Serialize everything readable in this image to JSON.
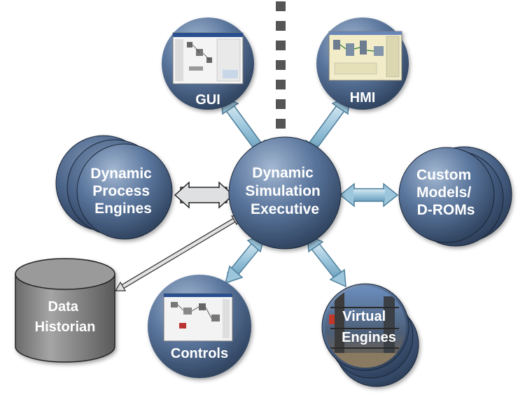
{
  "center": {
    "lines": [
      "Dynamic",
      "Simulation",
      "Executive"
    ]
  },
  "gui": {
    "label": "GUI"
  },
  "hmi": {
    "label": "HMI"
  },
  "process": {
    "lines": [
      "Dynamic",
      "Process",
      "Engines"
    ]
  },
  "custom": {
    "lines": [
      "Custom",
      "Models/",
      "D-ROMs"
    ]
  },
  "controls": {
    "label": "Controls"
  },
  "virtual": {
    "lines": [
      "Virtual",
      "Engines"
    ]
  },
  "historian": {
    "lines": [
      "Data",
      "Historian"
    ]
  },
  "colors": {
    "node_light": "#8fa8c6",
    "node_mid": "#4e6a92",
    "node_dark": "#24364f",
    "arrow": "#a8cde0",
    "historian": "#7e7e7e",
    "divider": "#555555"
  }
}
